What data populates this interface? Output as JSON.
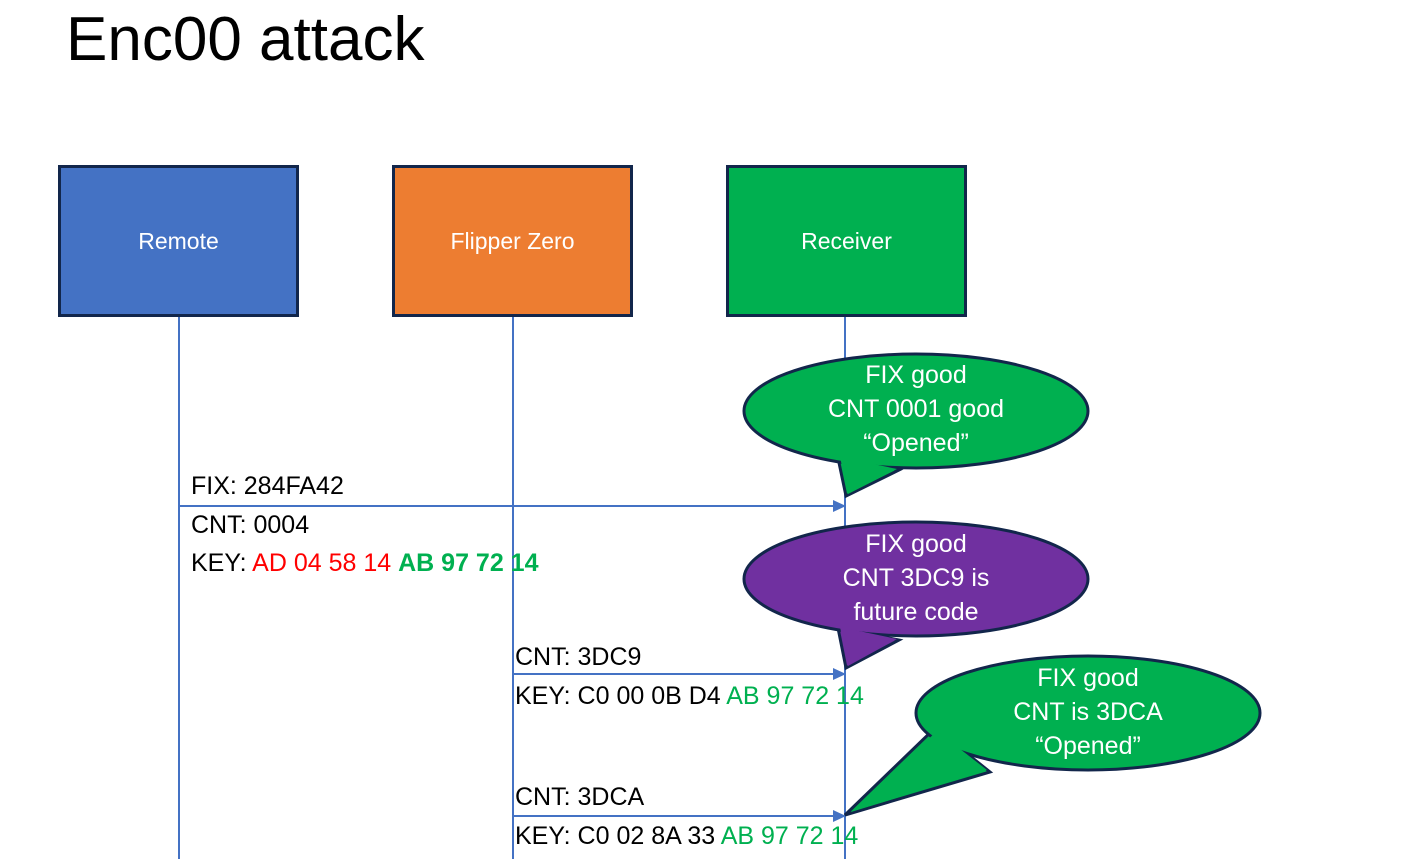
{
  "slide": {
    "title": "Enc00 attack",
    "background": "#FFFFFF"
  },
  "colors": {
    "remote_blue": "#4472C4",
    "flipper_orange": "#ED7D31",
    "receiver_green": "#00B050",
    "bubble_purple": "#7030A0",
    "outline_navy": "#12264B",
    "line_blue": "#4472C4",
    "key_red": "#FF0000",
    "key_green": "#00B050"
  },
  "actors": [
    {
      "id": "remote",
      "label": "Remote",
      "fill": "#4472C4"
    },
    {
      "id": "flipper",
      "label": "Flipper Zero",
      "fill": "#ED7D31"
    },
    {
      "id": "receiver",
      "label": "Receiver",
      "fill": "#00B050"
    }
  ],
  "messages": [
    {
      "id": "msg1",
      "from": "remote",
      "to": "receiver",
      "label_above": "FIX: 284FA42",
      "label_below_1": "CNT: 0004",
      "label_below_2_prefix": "KEY: ",
      "label_below_2_red": "AD 04 58 14",
      "label_below_2_green": "AB 97 72 14"
    },
    {
      "id": "msg2",
      "from": "flipper",
      "to": "receiver",
      "label_above": "CNT: 3DC9",
      "label_below_prefix": "KEY: C0 00 0B D4 ",
      "label_below_green": "AB 97 72 14"
    },
    {
      "id": "msg3",
      "from": "flipper",
      "to": "receiver",
      "label_above": "CNT: 3DCA",
      "label_below_prefix": "KEY: C0 02 8A 33 ",
      "label_below_green": "AB 97 72 14"
    }
  ],
  "bubbles": [
    {
      "id": "bubble1",
      "fill": "#00B050",
      "lines": [
        "FIX good",
        "CNT 0001 good",
        "“Opened”"
      ],
      "line1": "FIX good",
      "line2": "CNT 0001 good",
      "line3": "“Opened”"
    },
    {
      "id": "bubble2",
      "fill": "#7030A0",
      "lines": [
        "FIX good",
        "CNT 3DC9 is",
        "future code"
      ],
      "line1": "FIX good",
      "line2": "CNT 3DC9 is",
      "line3": "future code"
    },
    {
      "id": "bubble3",
      "fill": "#00B050",
      "lines": [
        "FIX good",
        "CNT is 3DCA",
        "“Opened”"
      ],
      "line1": "FIX good",
      "line2": "CNT is 3DCA",
      "line3": "“Opened”"
    }
  ]
}
